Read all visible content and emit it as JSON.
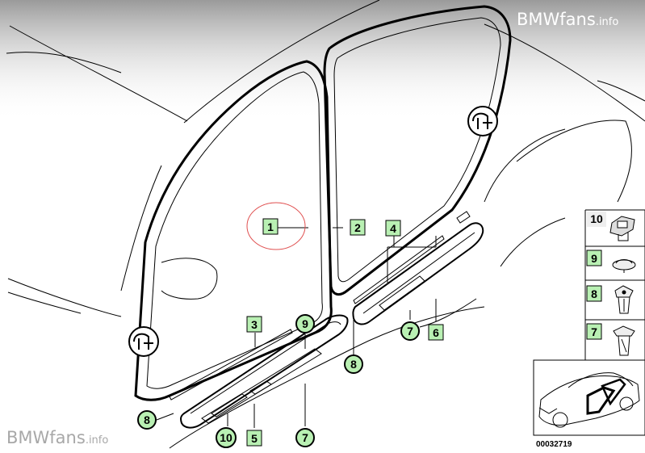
{
  "watermark": {
    "top_main": "BMWfans",
    "top_suffix": ".info",
    "bottom_main": "BMWfans",
    "bottom_suffix": ".info"
  },
  "callouts": {
    "c1": "1",
    "c2": "2",
    "c3": "3",
    "c4": "4",
    "c5": "5",
    "c6": "6",
    "c7a": "7",
    "c7b": "7",
    "c8a": "8",
    "c8b": "8",
    "c9": "9",
    "c10": "10"
  },
  "legend": {
    "items": [
      {
        "number": "10"
      },
      {
        "number": "9"
      },
      {
        "number": "8"
      },
      {
        "number": "7"
      }
    ]
  },
  "part_number": "00032719",
  "colors": {
    "callout_fill": "#b9f0b3",
    "highlight_circle": "#e05050"
  }
}
